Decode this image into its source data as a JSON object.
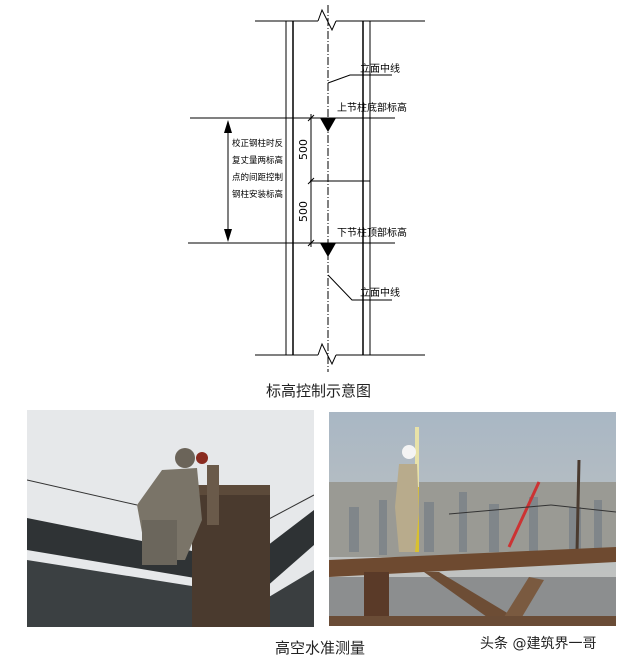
{
  "diagram": {
    "centerline_label_top": "立面中线",
    "centerline_label_bottom": "立面中线",
    "upper_label": "上节柱底部标高",
    "lower_label": "下节柱顶部标高",
    "dim_upper": "500",
    "dim_lower": "500",
    "note_lines": [
      "校正钢柱时反",
      "复丈量两标高",
      "点的间距控制",
      "钢柱安装标高"
    ]
  },
  "captions": {
    "diagram_caption": "标高控制示意图",
    "photos_caption": "高空水准测量"
  },
  "watermark": "头条 @建筑界一哥"
}
